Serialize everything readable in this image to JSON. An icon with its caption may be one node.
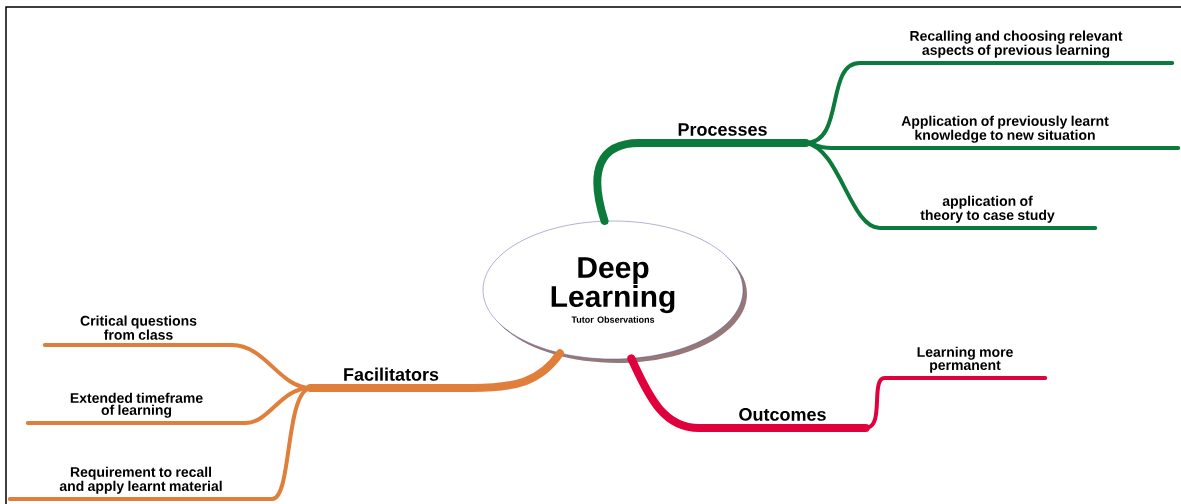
{
  "diagram": {
    "nodes": [
      {
        "text": [
          "Deep Learning",
          "Tutor Observations"
        ]
      },
      {
        "text": [
          "Processes"
        ]
      },
      {
        "text": [
          "Recalling and choosing relevant aspects of previous learning"
        ]
      },
      {
        "text": [
          "Application of previously learnt knowledge to new situation"
        ]
      },
      {
        "text": [
          "application of theory to case study"
        ]
      },
      {
        "text": [
          "Facilitators"
        ]
      },
      {
        "text": [
          "Critical questions from class"
        ]
      },
      {
        "text": [
          "Extended timeframe of learning"
        ]
      },
      {
        "text": [
          "Requirement to recall and apply learnt material"
        ]
      },
      {
        "text": [
          "Outcomes"
        ]
      },
      {
        "text": [
          "Learning more permanent"
        ]
      }
    ],
    "edges": [
      {
        "from": 0,
        "to": 1,
        "arrow": "none",
        "style": "thick",
        "color": "#0b7a3a"
      },
      {
        "from": 1,
        "to": 2,
        "arrow": "none",
        "color": "#0b7a3a"
      },
      {
        "from": 1,
        "to": 3,
        "arrow": "none",
        "color": "#0b7a3a"
      },
      {
        "from": 1,
        "to": 4,
        "arrow": "none",
        "color": "#0b7a3a"
      },
      {
        "from": 0,
        "to": 5,
        "arrow": "none",
        "style": "thick",
        "color": "#e07f3c"
      },
      {
        "from": 5,
        "to": 6,
        "arrow": "none",
        "color": "#e07f3c"
      },
      {
        "from": 5,
        "to": 7,
        "arrow": "none",
        "color": "#e07f3c"
      },
      {
        "from": 5,
        "to": 8,
        "arrow": "none",
        "color": "#e07f3c"
      },
      {
        "from": 0,
        "to": 9,
        "arrow": "none",
        "style": "thick",
        "color": "#e0003c"
      },
      {
        "from": 9,
        "to": 10,
        "arrow": "none",
        "color": "#e0003c"
      }
    ]
  }
}
